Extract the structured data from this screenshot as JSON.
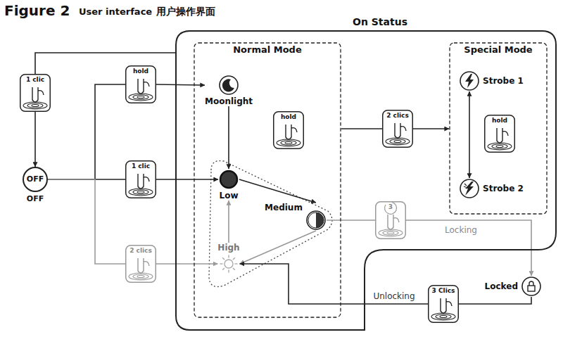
{
  "diagram": {
    "title": "Figure 2",
    "nodes": [
      {
        "text": [
          "1 clic"
        ]
      },
      {
        "text": [
          "hold"
        ]
      },
      {
        "text": [
          "On Status"
        ]
      },
      {
        "text": [
          "Normal Mode"
        ],
        "in": 2
      },
      {
        "text": [
          "Moonlight"
        ],
        "in": 3
      },
      {
        "text": [
          "hold"
        ],
        "in": 3
      },
      {
        "text": [
          "Low"
        ],
        "in": 3
      },
      {
        "text": [
          "Medium"
        ],
        "in": 3
      },
      {
        "text": [
          "High"
        ],
        "in": 3
      },
      {
        "text": [
          "2 clics"
        ],
        "in": 2
      },
      {
        "text": [
          "Special Mode"
        ],
        "in": 2
      },
      {
        "text": [
          "Strobe 1"
        ],
        "in": 10
      },
      {
        "text": [
          "hold"
        ],
        "in": 10
      },
      {
        "text": [
          "Strobe 2"
        ],
        "in": 10
      },
      {
        "text": [
          "3"
        ],
        "in": 2
      },
      {
        "text": [
          "OFF",
          "OFF"
        ]
      },
      {
        "text": [
          "1 clic"
        ]
      },
      {
        "text": [
          "2 clics"
        ]
      },
      {
        "text": [
          "Locked"
        ]
      },
      {
        "text": [
          "3 Clics"
        ]
      }
    ],
    "edges": [
      {
        "from": 2,
        "to": 0,
        "arrow": "none"
      },
      {
        "from": 0,
        "to": 15,
        "arrow": "to"
      },
      {
        "from": 15,
        "to": 16,
        "arrow": "none"
      },
      {
        "from": 15,
        "to": 1,
        "arrow": "none"
      },
      {
        "from": 15,
        "to": 17,
        "arrow": "none"
      },
      {
        "from": 16,
        "to": 6,
        "arrow": "to"
      },
      {
        "from": 1,
        "to": 4,
        "arrow": "to"
      },
      {
        "from": 17,
        "to": 8,
        "arrow": "to"
      },
      {
        "from": 4,
        "to": 6,
        "arrow": "to"
      },
      {
        "from": 6,
        "to": 7,
        "arrow": "to"
      },
      {
        "from": 7,
        "to": 8,
        "arrow": "to"
      },
      {
        "from": 8,
        "to": 6,
        "arrow": "to"
      },
      {
        "from": 3,
        "to": 9,
        "arrow": "none"
      },
      {
        "from": 9,
        "to": 10,
        "arrow": "to"
      },
      {
        "from": 11,
        "to": 13,
        "arrow": "both"
      },
      {
        "from": 7,
        "to": 14,
        "arrow": "none"
      },
      {
        "from": 14,
        "to": 18,
        "arrow": "to",
        "label": "Locking"
      },
      {
        "from": 18,
        "to": 19,
        "arrow": "none"
      },
      {
        "from": 19,
        "to": 8,
        "arrow": "to",
        "label": "Unlocking"
      }
    ],
    "labels": [
      "User interface",
      "用户操作界面"
    ]
  }
}
